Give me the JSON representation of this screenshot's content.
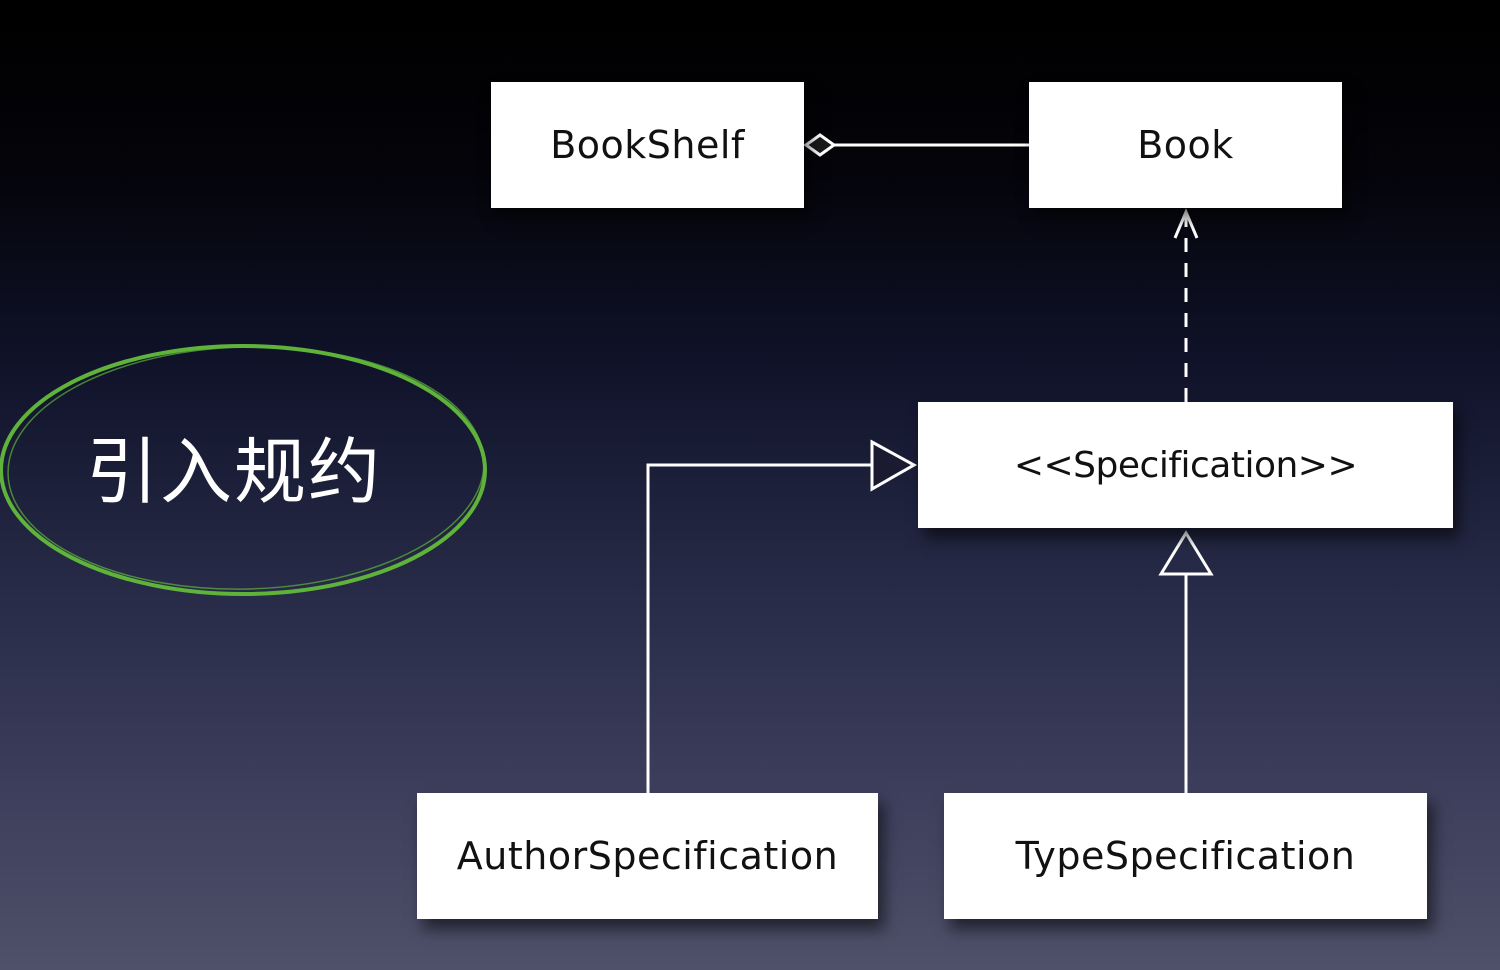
{
  "annotation": {
    "text": "引入规约",
    "circle_color": "#5fb33a"
  },
  "classes": {
    "bookshelf": "BookShelf",
    "book": "Book",
    "specification": "<<Specification>>",
    "author_specification": "AuthorSpecification",
    "type_specification": "TypeSpecification"
  },
  "relationships": [
    {
      "from": "BookShelf",
      "to": "Book",
      "type": "aggregation"
    },
    {
      "from": "<<Specification>>",
      "to": "Book",
      "type": "dependency"
    },
    {
      "from": "AuthorSpecification",
      "to": "<<Specification>>",
      "type": "realization"
    },
    {
      "from": "TypeSpecification",
      "to": "<<Specification>>",
      "type": "realization"
    }
  ],
  "colors": {
    "box_fill": "#ffffff",
    "line": "#ffffff",
    "text": "#111111"
  }
}
